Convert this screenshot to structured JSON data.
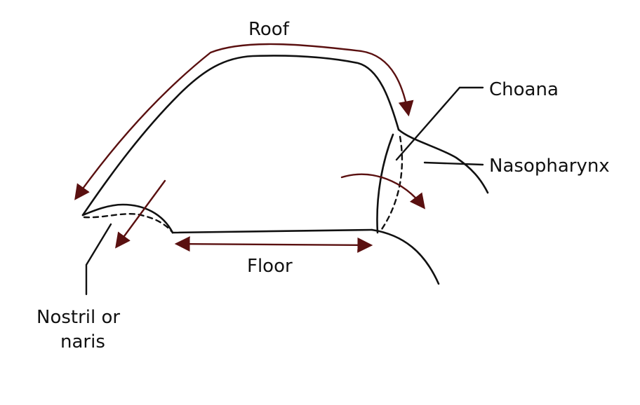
{
  "labels": {
    "roof": "Roof",
    "choana": "Choana",
    "nasopharynx": "Nasopharynx",
    "floor": "Floor",
    "nostril_line1": "Nostril or",
    "nostril_line2": "naris"
  },
  "colors": {
    "outline": "#111111",
    "arrow": "#5a1010"
  }
}
